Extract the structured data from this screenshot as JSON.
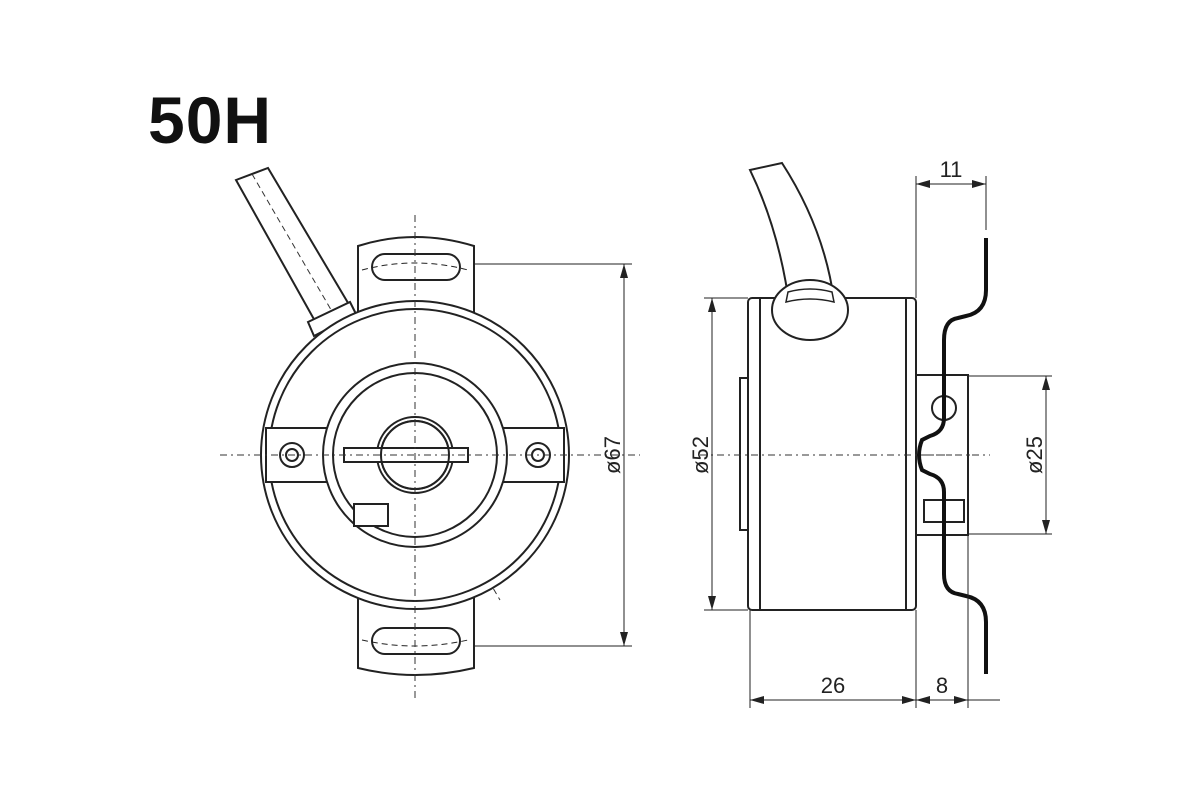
{
  "title": "50H",
  "dimensions": {
    "front_mount_diameter": "ø67",
    "side_body_diameter": "ø52",
    "hollow_shaft_diameter": "ø25",
    "body_length": "26",
    "clamp_length": "8",
    "bracket_offset": "11"
  }
}
